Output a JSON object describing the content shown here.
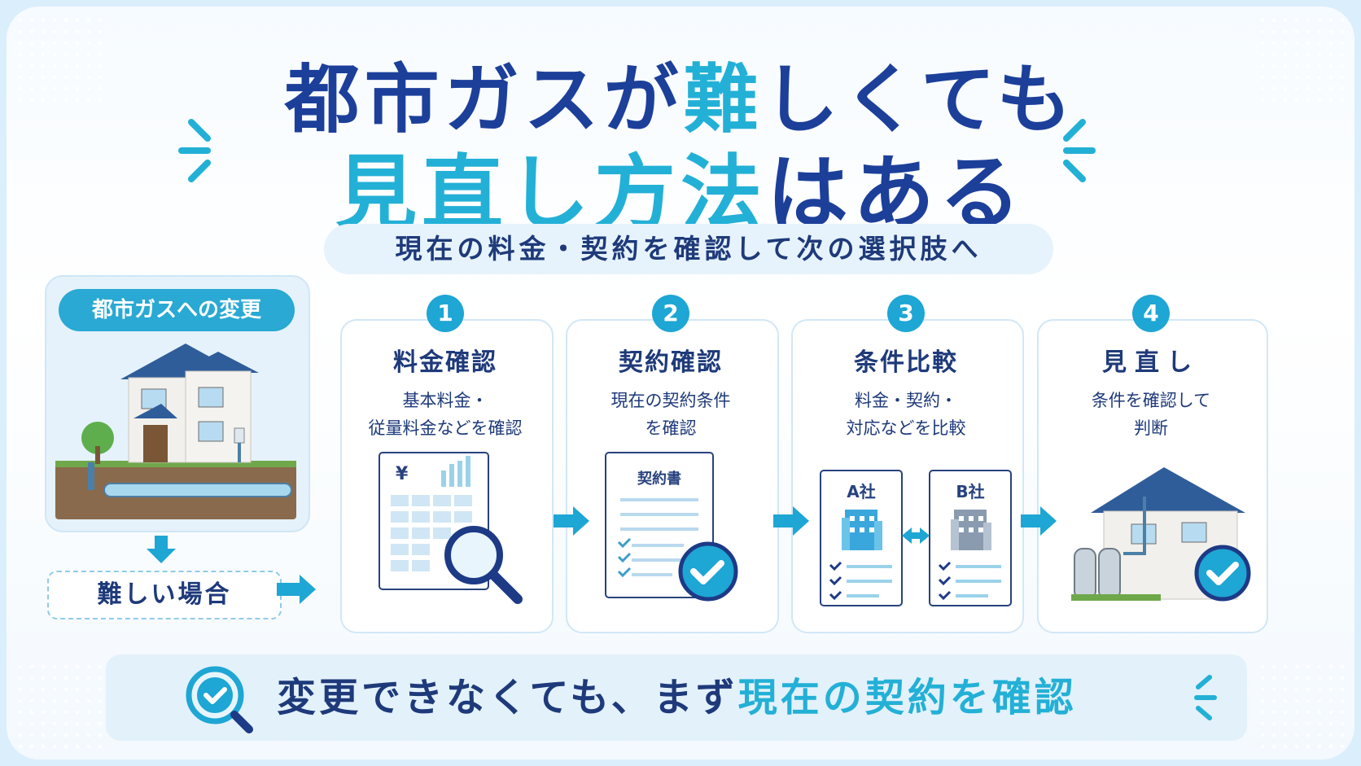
{
  "title": {
    "line1_part1": "都市ガスが",
    "line1_highlight": "難",
    "line1_part2": "しくても",
    "line2_highlight": "見直し方法",
    "line2_part2": "はある"
  },
  "subtitle": "現在の料金・契約を確認して次の選択肢へ",
  "left_panel": {
    "tag": "都市ガスへの変更",
    "difficult_label": "難しい場合"
  },
  "steps": [
    {
      "number": "1",
      "title": "料金確認",
      "desc_line1": "基本料金・",
      "desc_line2": "従量料金などを確認",
      "icon_label": "¥"
    },
    {
      "number": "2",
      "title": "契約確認",
      "desc_line1": "現在の契約条件",
      "desc_line2": "を確認",
      "doc_label": "契約書"
    },
    {
      "number": "3",
      "title": "条件比較",
      "desc_line1": "料金・契約・",
      "desc_line2": "対応などを比較",
      "company_a": "A社",
      "company_b": "B社"
    },
    {
      "number": "4",
      "title": "見直し",
      "desc_line1": "条件を確認して",
      "desc_line2": "判断"
    }
  ],
  "bottom": {
    "text_part1": "変更できなくても、まず",
    "text_highlight": "現在の契約を確認"
  },
  "colors": {
    "navy": "#1e3a7a",
    "accent": "#23b0d6",
    "light_bg": "#e3f1fb"
  }
}
